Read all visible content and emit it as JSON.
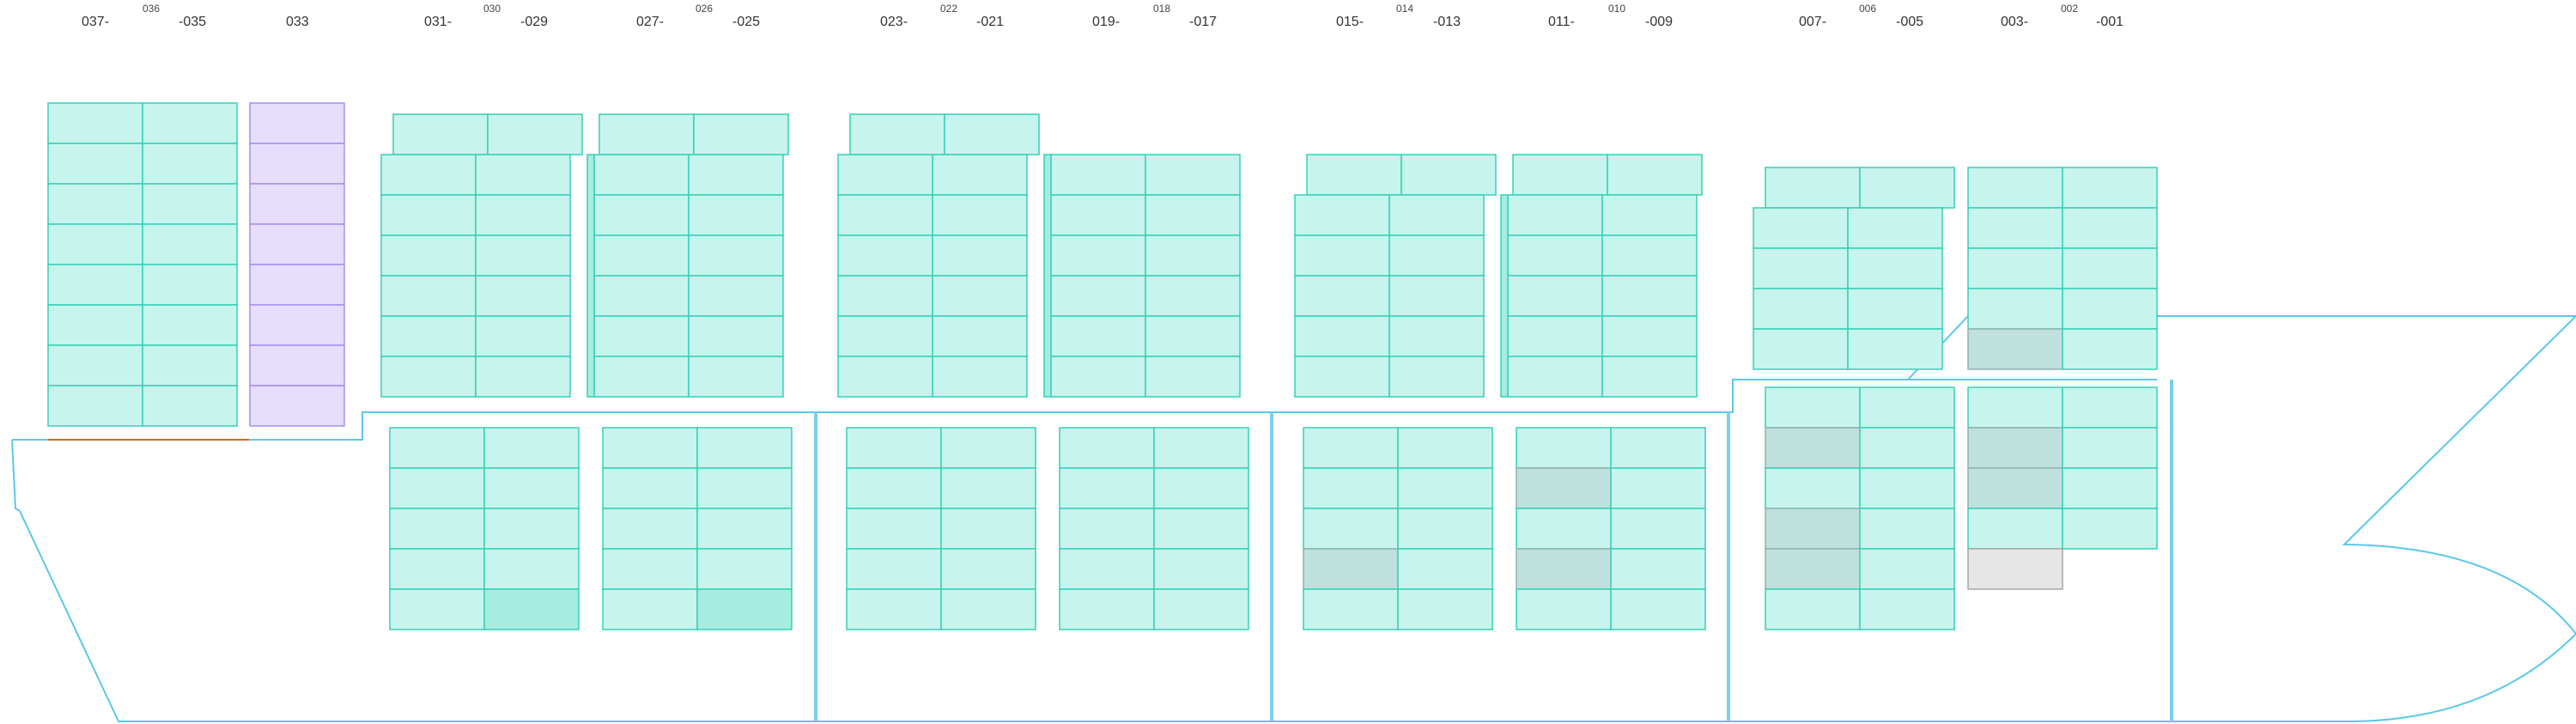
{
  "bay_labels": [
    {
      "text": "037-"
    },
    {
      "text": "036"
    },
    {
      "text": "-035"
    },
    {
      "text": "033"
    },
    {
      "text": "031-"
    },
    {
      "text": "030"
    },
    {
      "text": "-029"
    },
    {
      "text": "027-"
    },
    {
      "text": "026"
    },
    {
      "text": "-025"
    },
    {
      "text": "023-"
    },
    {
      "text": "022"
    },
    {
      "text": "-021"
    },
    {
      "text": "019-"
    },
    {
      "text": "018"
    },
    {
      "text": "-017"
    },
    {
      "text": "015-"
    },
    {
      "text": "014"
    },
    {
      "text": "-013"
    },
    {
      "text": "011-"
    },
    {
      "text": "010"
    },
    {
      "text": "-009"
    },
    {
      "text": "007-"
    },
    {
      "text": "006"
    },
    {
      "text": "-005"
    },
    {
      "text": "003-"
    },
    {
      "text": "002"
    },
    {
      "text": "-001"
    }
  ],
  "colors": {
    "hull_outline": "#5bc8e8",
    "bulkhead": "#7ad0ec",
    "slot_fill": "#c8f4ee",
    "slot_border": "#34d1b6",
    "slot_divider": "#34d1b6",
    "occupied_fill": "#a6ece0",
    "planned_fill": "#bfe0dc",
    "planned_border": "#8db4ae",
    "empty_fill": "#e6e6e6",
    "empty_border": "#a6a6a6",
    "purple_fill": "#e6defc",
    "purple_border": "#a68ef0",
    "red_line": "#d2691e"
  }
}
